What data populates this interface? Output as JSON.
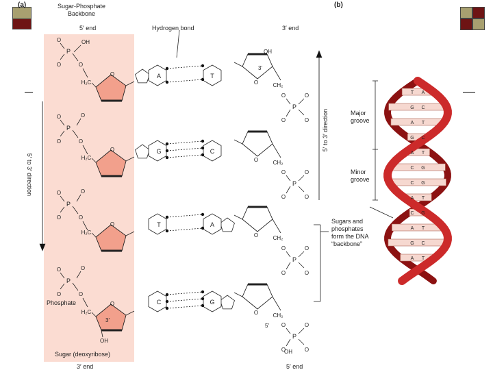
{
  "panels": {
    "a": "(a)",
    "b": "(b)"
  },
  "backbone_title": "Sugar-Phosphate\nBackbone",
  "ends": {
    "left_top": "5′ end",
    "left_bottom": "3′ end",
    "right_top": "3′ end",
    "right_bottom": "5′ end"
  },
  "labels": {
    "hydrogen_bond": "Hydrogen bond",
    "phosphate": "Phosphate",
    "sugar": "Sugar (deoxyribose)",
    "direction_left": "5′ to 3′ direction",
    "direction_right": "5′ to 3′ direction",
    "major_groove": "Major\ngroove",
    "minor_groove": "Minor\ngroove",
    "backbone_note": "Sugars and\nphosphates\nform the DNA\n“backbone”"
  },
  "chem": {
    "oh": "OH",
    "o": "O",
    "p": "P",
    "h2c": "H₂C",
    "ch2": "CH₂",
    "three_prime": "3′",
    "five_prime": "5′"
  },
  "pairs": [
    {
      "left": "A",
      "right": "T"
    },
    {
      "left": "G",
      "right": "C"
    },
    {
      "left": "T",
      "right": "A"
    },
    {
      "left": "C",
      "right": "G"
    }
  ],
  "helix_pairs": [
    {
      "left": "T",
      "right": "A"
    },
    {
      "left": "G",
      "right": "C"
    },
    {
      "left": "A",
      "right": "T"
    },
    {
      "left": "G",
      "right": "C"
    },
    {
      "left": "A",
      "right": "T"
    },
    {
      "left": "C",
      "right": "G"
    },
    {
      "left": "C",
      "right": "G"
    },
    {
      "left": "A",
      "right": "T"
    },
    {
      "left": "C",
      "right": "G"
    },
    {
      "left": "A",
      "right": "T"
    },
    {
      "left": "G",
      "right": "C"
    },
    {
      "left": "A",
      "right": "T"
    }
  ],
  "colors": {
    "backbone_band": "#fbdcd2",
    "sugar_fill": "#f2a08c",
    "helix_red": "#cc2a2a",
    "helix_dark": "#8c1212",
    "rung": "#f6d8d0",
    "deco_olive": "#a8a070",
    "deco_maroon": "#6e1414"
  }
}
